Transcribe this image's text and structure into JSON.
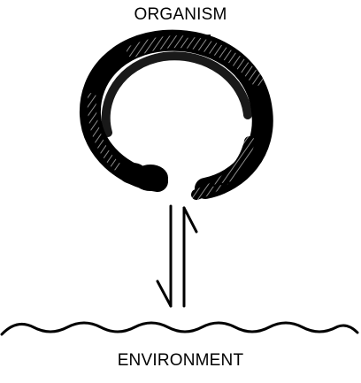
{
  "diagram": {
    "top_label": "ORGANISM",
    "bottom_label": "ENVIRONMENT",
    "ink_color": "#000000",
    "background_color": "#ffffff",
    "elements": {
      "organism_symbol": "enso-brush-circle-icon",
      "exchange_arrows": "bidirectional-half-arrow-icon",
      "environment_line": "wave-line"
    }
  }
}
